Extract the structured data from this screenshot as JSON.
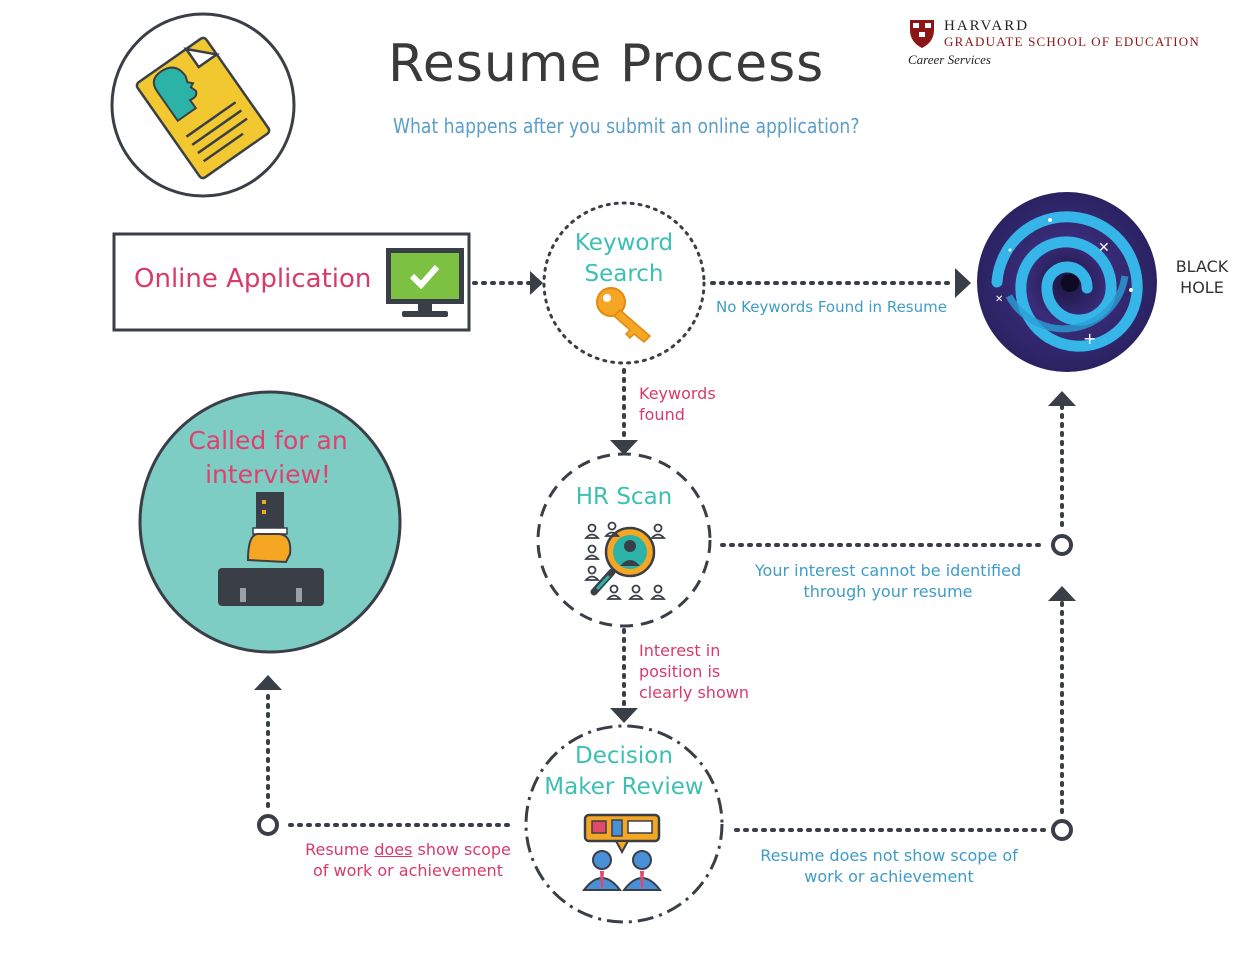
{
  "header": {
    "title": "Resume Process",
    "subtitle": "What happens after you submit an online application?",
    "harvard_line1": "HARVARD",
    "harvard_line2": "GRADUATE SCHOOL OF EDUCATION",
    "career_services": "Career Services"
  },
  "nodes": {
    "online_application": "Online Application",
    "keyword_search_1": "Keyword",
    "keyword_search_2": "Search",
    "hr_scan": "HR Scan",
    "decision_1": "Decision",
    "decision_2": "Maker Review",
    "black_hole_1": "BLACK",
    "black_hole_2": "HOLE",
    "interview_1": "Called for an",
    "interview_2": "interview!"
  },
  "edges": {
    "no_keywords": "No Keywords Found in Resume",
    "keywords_found_1": "Keywords",
    "keywords_found_2": "found",
    "interest_1": "Interest in",
    "interest_2": "position is",
    "interest_3": "clearly shown",
    "not_identified_1": "Your interest cannot be identified",
    "not_identified_2": "through your resume",
    "does_show_pre": "Resume ",
    "does_show_word": "does",
    "does_show_post": " show scope",
    "does_show_2": "of work or achievement",
    "not_show_1": "Resume does not show scope of",
    "not_show_2": "work or achievement"
  },
  "colors": {
    "teal": "#3dbfb3",
    "pink": "#d83a6a",
    "blue": "#3e9cc7",
    "dark": "#3a3f47",
    "interview_fill": "#7ecdc4"
  }
}
